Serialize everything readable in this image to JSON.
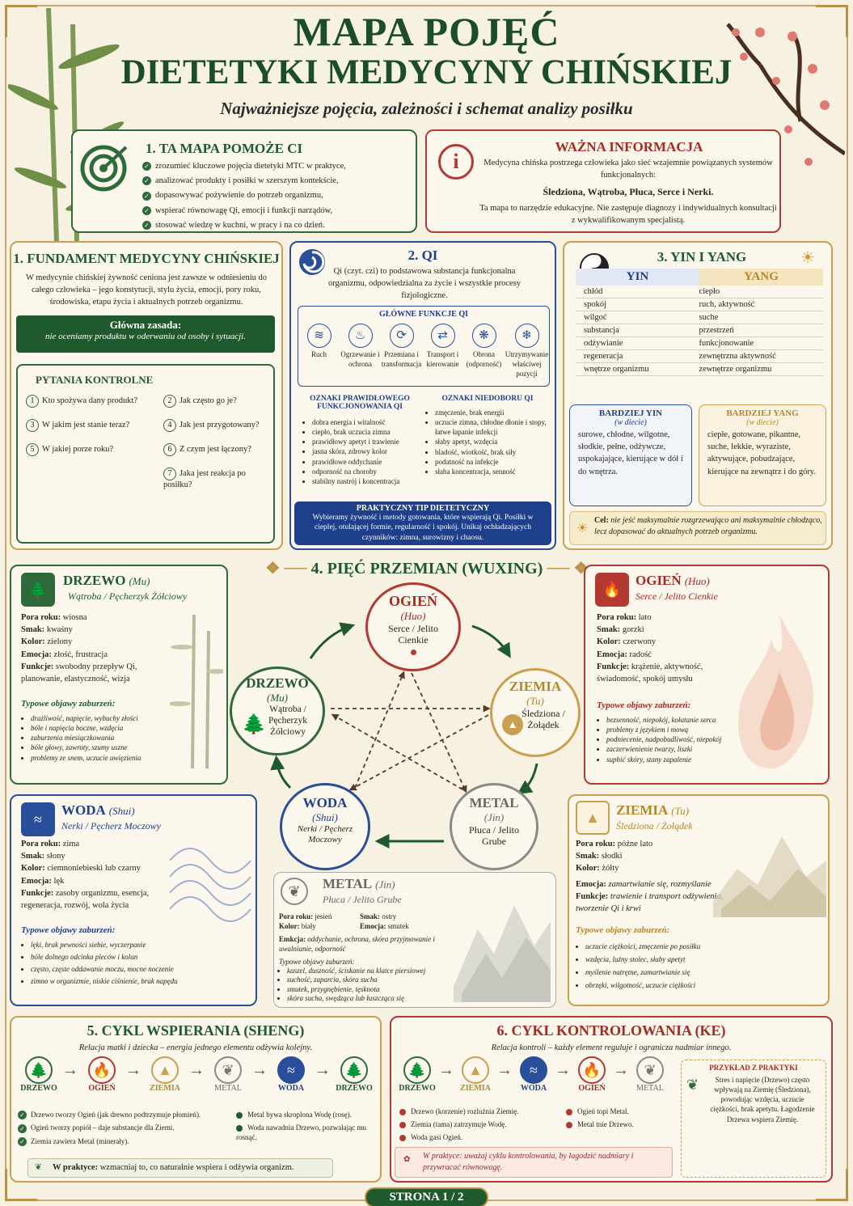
{
  "header": {
    "title1": "MAPA POJĘĆ",
    "title2": "DIETETYKI MEDYCYNY CHIŃSKIEJ",
    "subtitle": "Najważniejsze pojęcia, zależności i schemat analizy posiłku"
  },
  "intro": {
    "title": "1. TA MAPA POMOŻE CI",
    "items": [
      "zrozumieć kluczowe pojęcia dietetyki MTC w praktyce,",
      "analizować produkty i posiłki w szerszym kontekście,",
      "dopasowywać pożywienie do potrzeb organizmu,",
      "wspierać równowagę Qi, emocji i funkcji narządów,",
      "stosować wiedzę w kuchni, w pracy i na co dzień."
    ]
  },
  "info": {
    "title": "WAŻNA INFORMACJA",
    "p1": "Medycyna chińska postrzega człowieka jako sieć wzajemnie powiązanych systemów funkcjonalnych:",
    "organs": "Śledziona, Wątroba, Płuca, Serce i Nerki.",
    "p2": "Ta mapa to narzędzie edukacyjne. Nie zastępuje diagnozy i indywidualnych konsultacji z wykwalifikowanym specjalistą."
  },
  "fund": {
    "title": "1. FUNDAMENT MEDYCYNY CHIŃSKIEJ",
    "text": "W medycynie chińskiej żywność ceniona jest zawsze w odniesieniu do całego człowieka – jego konstytucji, stylu życia, emocji, pory roku, środowiska, etapu życia i aktualnych potrzeb organizmu.",
    "rule_title": "Główna zasada:",
    "rule": "nie oceniamy produktu w oderwaniu od osoby i sytuacji.",
    "q_title": "PYTANIA KONTROLNE",
    "q_left": [
      {
        "n": "1",
        "t": "Kto spożywa dany produkt?"
      },
      {
        "n": "3",
        "t": "W jakim jest stanie teraz?"
      },
      {
        "n": "5",
        "t": "W jakiej porze roku?"
      }
    ],
    "q_right": [
      {
        "n": "2",
        "t": "Jak często go je?"
      },
      {
        "n": "4",
        "t": "Jak jest przygotowany?"
      },
      {
        "n": "6",
        "t": "Z czym jest łączony?"
      },
      {
        "n": "7",
        "t": "Jaka jest reakcja po posiłku?"
      }
    ]
  },
  "qi": {
    "title": "2. QI",
    "text": "Qi (czyt. czi) to podstawowa substancja funkcjonalna organizmu, odpowiedzialna za życie i wszystkie procesy fizjologiczne.",
    "func_title": "GŁÓWNE FUNKCJE QI",
    "funcs": [
      {
        "icon": "≋",
        "l": "Ruch"
      },
      {
        "icon": "♨",
        "l": "Ogrzewanie i ochrona"
      },
      {
        "icon": "⟳",
        "l": "Przemiana i transformacja"
      },
      {
        "icon": "⇄",
        "l": "Transport i kierowanie"
      },
      {
        "icon": "❋",
        "l": "Obrona (odporność)"
      },
      {
        "icon": "❄",
        "l": "Utrzymywanie właściwej pozycji"
      }
    ],
    "good_title": "OZNAKI PRAWIDŁOWEGO FUNKCJONOWANIA QI",
    "good": [
      "dobra energia i witalność",
      "ciepło, brak uczucia zimna",
      "prawidłowy apetyt i trawienie",
      "jasna skóra, zdrowy kolor",
      "prawidłowe oddychanie",
      "odporność na choroby",
      "stabilny nastrój i koncentracja"
    ],
    "bad_title": "OZNAKI NIEDOBORU QI",
    "bad": [
      "zmęczenie, brak energii",
      "uczucie zimna, chłodne dłonie i stopy, łatwe łapanie infekcji",
      "słaby apetyt, wzdęcia",
      "bladość, wiotkość, brak siły",
      "podatność na infekcje",
      "słaba koncentracja, senność"
    ],
    "tip_title": "PRAKTYCZNY TIP DIETETYCZNY",
    "tip": "Wybieramy żywność i metody gotowania, które wspierają Qi. Posiłki w cieplej, otulającej formie, regularność i spokój. Unikaj ochładzających czynników: zimna, surowizny i chaosu."
  },
  "yy": {
    "title": "3. YIN I YANG",
    "yin": "YIN",
    "yang": "YANG",
    "rows": [
      [
        "chłód",
        "ciepło"
      ],
      [
        "spokój",
        "ruch, aktywność"
      ],
      [
        "wilgoć",
        "suche"
      ],
      [
        "substancja",
        "przestrzeń"
      ],
      [
        "odżywianie",
        "funkcjonowanie"
      ],
      [
        "regeneracja",
        "zewnętrzna aktywność"
      ],
      [
        "wnętrze organizmu",
        "zewnętrze organizmu"
      ]
    ],
    "yin_more_title": "BARDZIEJ YIN",
    "yin_more_sub": "(w diecie)",
    "yin_more": "surowe, chłodne, wilgotne, słodkie, pełne, odżywcze, uspokajające, kierujące w dół i do wnętrza.",
    "yang_more_title": "BARDZIEJ YANG",
    "yang_more_sub": "(w diecie)",
    "yang_more": "ciepłe, gotowane, pikantne, suche, lekkie, wyraziste, aktywujące, pobudzające, kierujące na zewnątrz i do góry.",
    "goal_label": "Cel:",
    "goal": "nie jeść maksymalnie rozgrzewająco ani maksymalnie chłodząco, lecz dopasować do aktualnych potrzeb organizmu."
  },
  "wuxing": {
    "title": "4. PIĘĆ PRZEMIAN (WUXING)"
  },
  "labels": {
    "season": "Pora roku:",
    "taste": "Smak:",
    "color": "Kolor:",
    "emotion": "Emocja:",
    "funcs": "Funkcje:",
    "symptoms": "Typowe objawy zaburzeń:"
  },
  "drzewo": {
    "name": "DRZEWO",
    "pinyin": "(Mu)",
    "organs": "Wątroba / Pęcherzyk Żółciowy",
    "season": "wiosna",
    "taste": "kwaśny",
    "color": "zielony",
    "emotion": "złość, frustracja",
    "funcs": "swobodny przepływ Qi, planowanie, elastyczność, wizja",
    "sym": [
      "drażliwość, napięcie, wybuchy złości",
      "bóle i napięcia boczne, wzdęcia",
      "zaburzenia miesiączkowania",
      "bóle głowy, zawroty, szumy uszne",
      "problemy ze snem, uczucie uwięzienia"
    ]
  },
  "ogien": {
    "name": "OGIEŃ",
    "pinyin": "(Huo)",
    "organs": "Serce / Jelito Cienkie",
    "season": "lato",
    "taste": "gorzki",
    "color": "czerwony",
    "emotion": "radość",
    "funcs": "krążenie, aktywność, świadomość, spokój umysłu",
    "sym": [
      "bezsenność, niepokój, kołatanie serca",
      "problemy z językiem i mową",
      "podniecenie, nadpobudliwość, niepokój",
      "zaczerwienienie twarzy, liszki",
      "suphić skóry, stany zapalenie"
    ]
  },
  "woda": {
    "name": "WODA",
    "pinyin": "(Shui)",
    "organs": "Nerki / Pęcherz Moczowy",
    "season": "zima",
    "taste": "słony",
    "color": "ciemnoniebieski lub czarny",
    "emotion": "lęk",
    "funcs": "zasoby organizmu, esencja, regeneracja, rozwój, wola życia",
    "sym": [
      "lęki, brak pewności siebie, wyczerpanie",
      "bóle dolnego odcinka pleców i kolan",
      "często, częste oddawanie moczu, mocne noczenie",
      "zimno w organizmie, niskie ciśnienie, brak napędu"
    ]
  },
  "ziemia": {
    "name": "ZIEMIA",
    "pinyin": "(Tu)",
    "organs": "Śledziona / Żołądek",
    "season": "późne lato",
    "taste": "słodki",
    "color": "żółty",
    "emotion": "zamartwianie się, rozmyślanie",
    "funcs": "trawienie i transport odżywienia, tworzenie Qi i krwi",
    "sym": [
      "uczucie ciężkości, zmęczenie po posiłku",
      "wzdęcia, luźny stolec, słaby apetyt",
      "myślenie natrętne, zamartwianie się",
      "obrzęki, wilgotność, uczucie ciężkości"
    ]
  },
  "metal": {
    "name": "METAL",
    "pinyin": "(Jin)",
    "organs": "Płuca / Jelito Grube",
    "season": "jesień",
    "taste": "ostry",
    "color": "biały",
    "emotion": "smutek",
    "emk_label": "Emkcja:",
    "emk": "oddychanie, ochrona, skóra przyjmowanie i uwalnianie, odporność",
    "sym_label": "Typowe objawy zaburzeń:",
    "sym": [
      "kaszel, duszność, ściskanie na klatce piersiowej",
      "suchość, zaparcia, skóra sucha",
      "smutek, przygnębienie, tęsknota",
      "skóra sucha, swędząca lub łuszcząca się"
    ]
  },
  "circles": {
    "ogien": {
      "n": "OGIEŃ",
      "p": "(Huo)",
      "o": "Serce / Jelito Cienkie"
    },
    "ziemia": {
      "n": "ZIEMIA",
      "p": "(Tu)",
      "o": "Śledziona / Żołądek"
    },
    "metal": {
      "n": "METAL",
      "p": "(Jin)",
      "o": "Płuca / Jelito Grube"
    },
    "woda": {
      "n": "WODA",
      "p": "(Shui)",
      "o": "Nerki / Pęcherz Moczowy"
    },
    "drzewo": {
      "n": "DRZEWO",
      "p": "(Mu)",
      "o": "Wątroba / Pęcherzyk Żółciowy"
    }
  },
  "sheng": {
    "title": "5. CYKL WSPIERANIA (SHENG)",
    "sub": "Relacja matki i dziecka – energia jednego elementu odżywia kolejny.",
    "chain": [
      "DRZEWO",
      "OGIEŃ",
      "ZIEMIA",
      "METAL",
      "WODA",
      "DRZEWO"
    ],
    "left": [
      "Drzewo tworzy Ogień (jak drewno podtrzymuje płomień).",
      "Ogień tworzy popiół – daje substancje dla Ziemi.",
      "Ziemia zawiera Metal (minerały)."
    ],
    "right": [
      "Metal bywa skroplona Wodę (rosę).",
      "Woda nawadnia Drzewo, pozwalając mu rosnąć."
    ],
    "practice_label": "W praktyce:",
    "practice": "wzmacniaj to, co naturalnie wspiera i odżywia organizm."
  },
  "ke": {
    "title": "6. CYKL KONTROLOWANIA (KE)",
    "sub": "Relacja kontroli – każdy element reguluje i ogranicza nadmiar innego.",
    "chain": [
      "DRZEWO",
      "ZIEMIA",
      "WODA",
      "OGIEŃ",
      "METAL"
    ],
    "left": [
      "Drzewo (korzenie) rozluźnia Ziemię.",
      "Ziemia (tama) zatrzymuje Wodę.",
      "Woda gasi Ogień."
    ],
    "right": [
      "Ogień topi Metal.",
      "Metal tnie Drzewo."
    ],
    "practice_label": "W praktyce:",
    "practice": "uważaj cyklu kontrolowania, by łagodzić nadmiary i przywracać równowagę.",
    "ex_title": "PRZYKŁAD Z PRAKTYKI",
    "ex": "Stres i napięcie (Drzewo) często wpływają na Ziemię (Śledziona), powodując wzdęcia, uczucie ciężkości, brak apetytu. Łagodzenie Drzewa wspiera Ziemię."
  },
  "footer": {
    "page": "STRONA 1 / 2"
  },
  "colors": {
    "green": "#2f6b3a",
    "red": "#b23a32",
    "blue": "#2a4f9a",
    "gold": "#c9a050",
    "gray": "#8a8a8a"
  }
}
